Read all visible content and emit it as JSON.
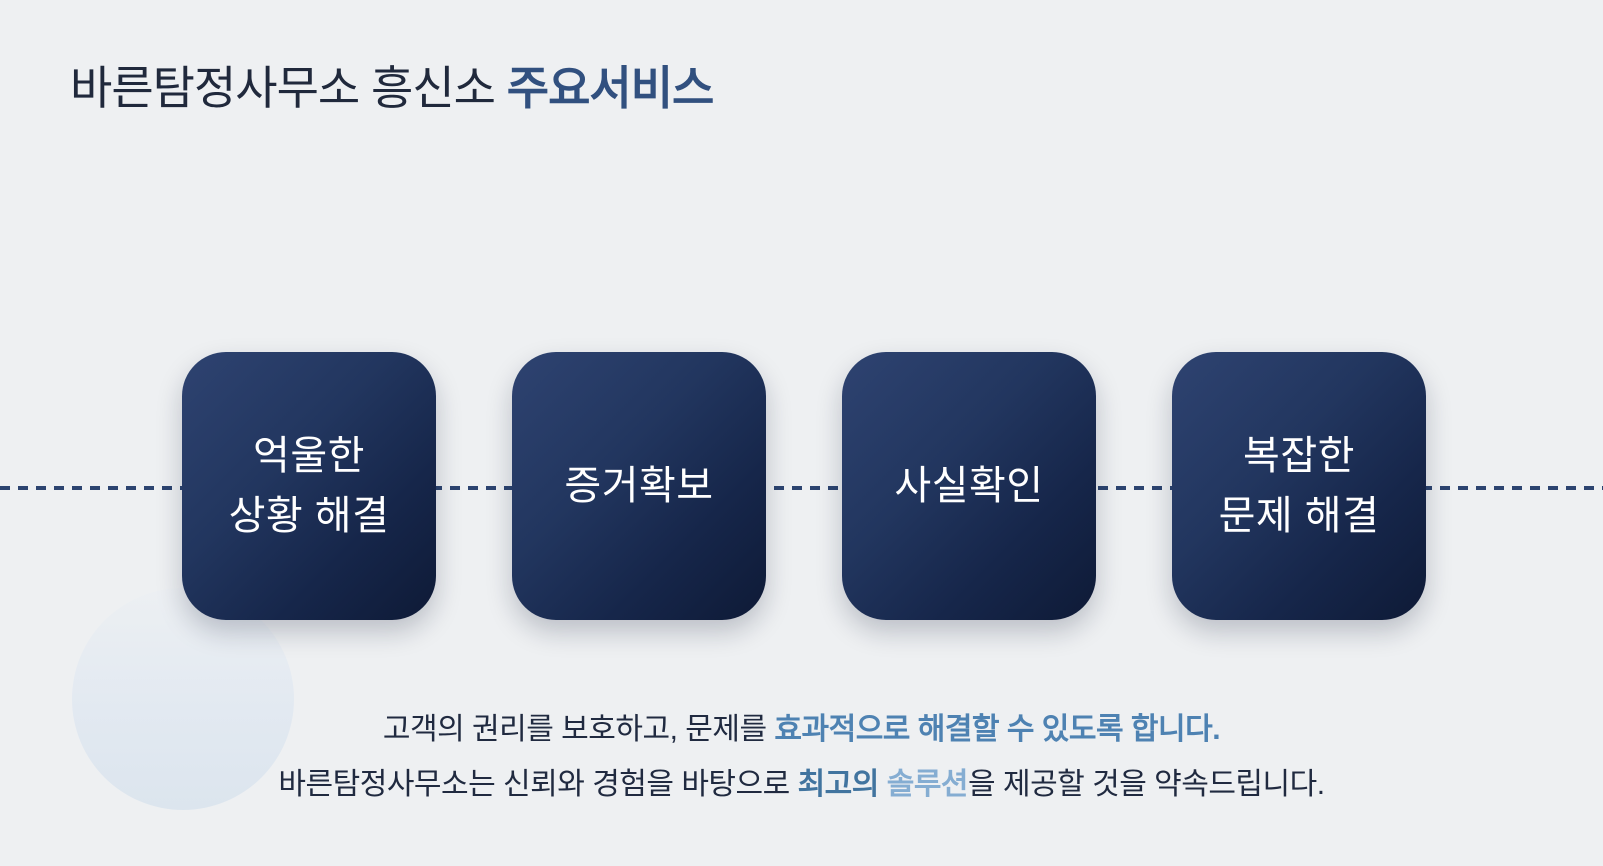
{
  "title": {
    "normal": "바른탐정사무소 흥신소 ",
    "highlight": "주요서비스"
  },
  "services": [
    {
      "line1": "억울한",
      "line2": "상황 해결"
    },
    {
      "line1": "증거확보",
      "line2": ""
    },
    {
      "line1": "사실확인",
      "line2": ""
    },
    {
      "line1": "복잡한",
      "line2": "문제 해결"
    }
  ],
  "footer": {
    "line1_dark": "고객의 권리를 보호하고, 문제를 ",
    "line1_blue": "효과적으로 해결할 수 있도록 합니다.",
    "line2_prefix": "바른탐정사무소는 신뢰와 경험을 바탕으로 ",
    "line2_blue_dark": "최고의",
    "line2_space": " ",
    "line2_blue_light": "솔루션",
    "line2_suffix": "을 제공할 것을 약속드립니다."
  },
  "colors": {
    "background": "#eef0f2",
    "title_dark": "#20293c",
    "title_accent": "#31507f",
    "card_gradient_start": "#2e4371",
    "card_gradient_end": "#0e1a36",
    "dash_line": "#2c4470",
    "footer_dark": "#202a40",
    "footer_blue": "#4e82b2",
    "footer_blue_dark": "#41749f",
    "footer_blue_light": "#85add2"
  }
}
